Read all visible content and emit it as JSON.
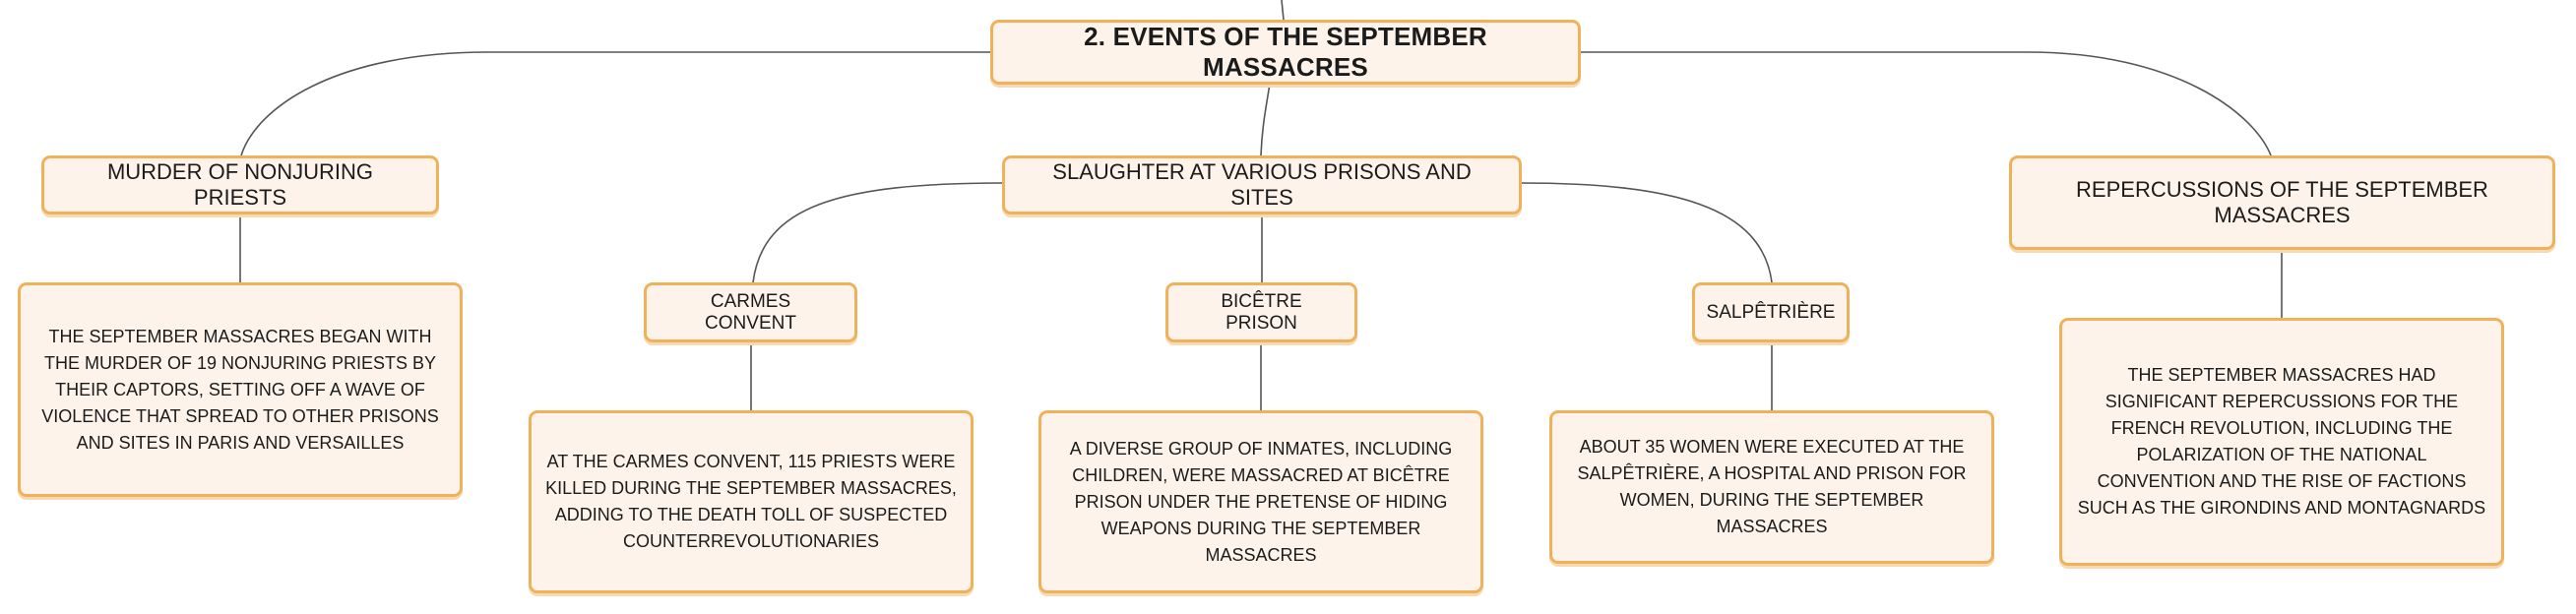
{
  "root": {
    "label": "2. EVENTS OF THE SEPTEMBER MASSACRES"
  },
  "topics": [
    {
      "label": "MURDER OF NONJURING PRIESTS",
      "detail": "THE SEPTEMBER MASSACRES BEGAN WITH THE MURDER OF 19 NONJURING PRIESTS BY THEIR CAPTORS, SETTING OFF A WAVE OF VIOLENCE THAT SPREAD TO OTHER PRISONS AND SITES IN PARIS AND VERSAILLES"
    },
    {
      "label": "SLAUGHTER AT VARIOUS PRISONS AND SITES",
      "subtopics": [
        {
          "label": "CARMES CONVENT",
          "detail": "AT THE CARMES CONVENT, 115 PRIESTS WERE KILLED DURING THE SEPTEMBER MASSACRES, ADDING TO THE DEATH TOLL OF SUSPECTED COUNTERREVOLUTIONARIES"
        },
        {
          "label": "BICÊTRE PRISON",
          "detail": "A DIVERSE GROUP OF INMATES, INCLUDING CHILDREN, WERE MASSACRED AT BICÊTRE PRISON UNDER THE PRETENSE OF HIDING WEAPONS DURING THE SEPTEMBER MASSACRES"
        },
        {
          "label": "SALPÊTRIÈRE",
          "detail": "ABOUT 35 WOMEN WERE EXECUTED AT THE SALPÊTRIÈRE, A HOSPITAL AND PRISON FOR WOMEN, DURING THE SEPTEMBER MASSACRES"
        }
      ]
    },
    {
      "label": "REPERCUSSIONS OF THE SEPTEMBER MASSACRES",
      "detail": "THE SEPTEMBER MASSACRES HAD SIGNIFICANT REPERCUSSIONS FOR THE FRENCH REVOLUTION, INCLUDING THE POLARIZATION OF THE NATIONAL CONVENTION AND THE RISE OF FACTIONS SUCH AS THE GIRONDINS AND MONTAGNARDS"
    }
  ],
  "colors": {
    "node_fill": "#fdf3ea",
    "node_border": "#f0b15b",
    "connector": "#555555"
  }
}
